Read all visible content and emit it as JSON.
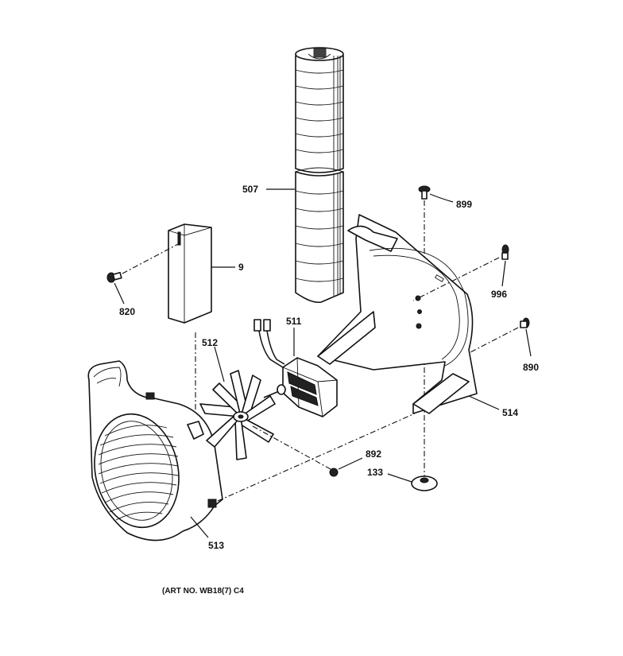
{
  "parts": [
    {
      "id": "p507",
      "label": "507",
      "description": "air duct tube"
    },
    {
      "id": "p899",
      "label": "899",
      "description": "screw"
    },
    {
      "id": "p9",
      "label": "9",
      "description": "cover plate"
    },
    {
      "id": "p820",
      "label": "820",
      "description": "screw"
    },
    {
      "id": "p996",
      "label": "996",
      "description": "screw"
    },
    {
      "id": "p511",
      "label": "511",
      "description": "motor"
    },
    {
      "id": "p512",
      "label": "512",
      "description": "fan blade"
    },
    {
      "id": "p890",
      "label": "890",
      "description": "screw"
    },
    {
      "id": "p514",
      "label": "514",
      "description": "motor bracket"
    },
    {
      "id": "p892",
      "label": "892",
      "description": "nut"
    },
    {
      "id": "p133",
      "label": "133",
      "description": "grommet"
    },
    {
      "id": "p513",
      "label": "513",
      "description": "blower housing"
    }
  ],
  "caption": "(ART NO. WB18(7) C4"
}
